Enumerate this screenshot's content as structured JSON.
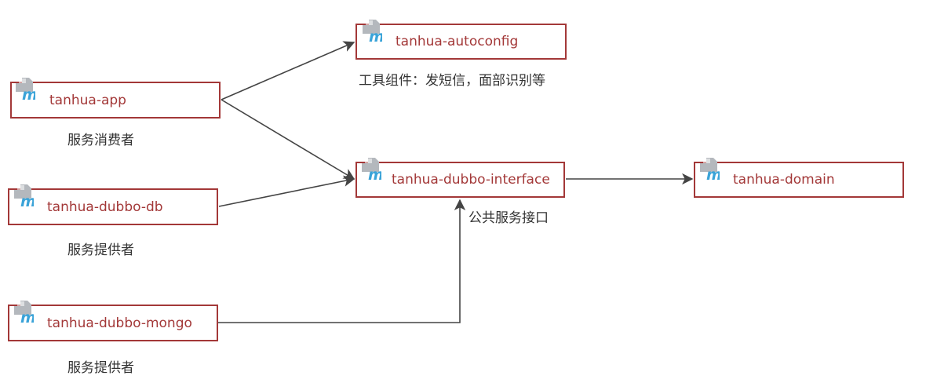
{
  "modules": {
    "autoconfig": {
      "name": "tanhua-autoconfig",
      "icon": "maven-module-icon"
    },
    "app": {
      "name": "tanhua-app",
      "icon": "maven-module-icon"
    },
    "dubbo_db": {
      "name": "tanhua-dubbo-db",
      "icon": "maven-module-icon"
    },
    "dubbo_interface": {
      "name": "tanhua-dubbo-interface",
      "icon": "maven-module-icon"
    },
    "domain": {
      "name": "tanhua-domain",
      "icon": "maven-module-icon"
    },
    "dubbo_mongo": {
      "name": "tanhua-dubbo-mongo",
      "icon": "maven-module-icon"
    }
  },
  "captions": {
    "autoconfig": "工具组件：发短信，面部识别等",
    "app": "服务消费者",
    "dubbo_db": "服务提供者",
    "dubbo_interface": "公共服务接口",
    "dubbo_mongo": "服务提供者"
  },
  "colors": {
    "border": "#a33838",
    "text": "#a33838",
    "arrow": "#444444",
    "icon_page": "#b4b8bd",
    "icon_letter": "#3aa3d8"
  }
}
